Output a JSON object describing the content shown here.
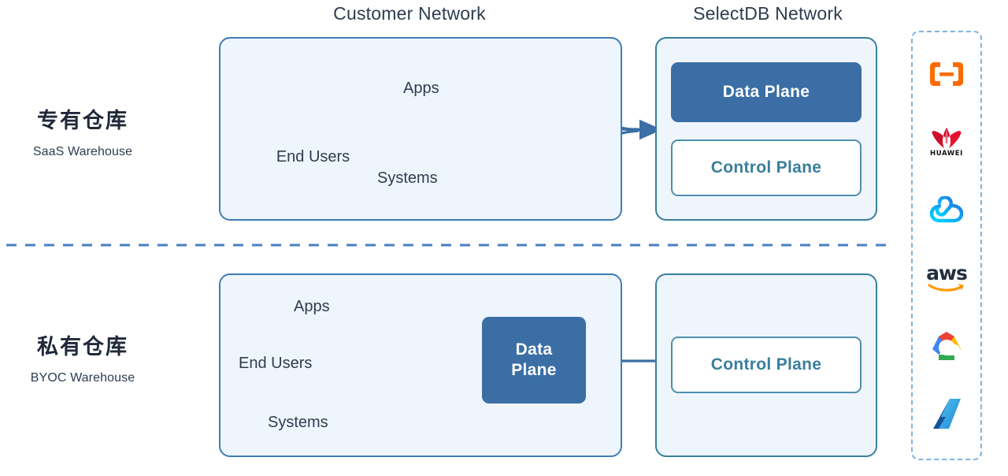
{
  "diagram": {
    "title_cn_top": "专有仓库",
    "title_en_top": "SaaS Warehouse",
    "title_cn_bottom": "私有仓库",
    "title_en_bottom": "BYOC Warehouse",
    "headers": {
      "customer_network": "Customer Network",
      "selectdb_network": "SelectDB Network"
    }
  },
  "rows": [
    {
      "id": "saas",
      "label_cn": "专有仓库",
      "label_en": "SaaS Warehouse",
      "customer_panel": {
        "nodes": [
          {
            "label": "Apps",
            "icon": "mobile-phone-icon"
          },
          {
            "label": "End Users",
            "icon": "users-group-icon"
          },
          {
            "label": "Systems",
            "icon": "server-rack-icon"
          }
        ]
      },
      "selectdb_panel": {
        "boxes": [
          {
            "label": "Data Plane",
            "style": "filled"
          },
          {
            "label": "Control Plane",
            "style": "outline"
          }
        ]
      },
      "flow": "Apps, End Users and Systems inside the Customer Network connect into the Data Plane hosted in the SelectDB Network"
    },
    {
      "id": "byoc",
      "label_cn": "私有仓库",
      "label_en": "BYOC Warehouse",
      "customer_panel": {
        "nodes": [
          {
            "label": "Apps",
            "icon": "mobile-phone-icon"
          },
          {
            "label": "End Users",
            "icon": "users-group-icon"
          },
          {
            "label": "Systems",
            "icon": "server-rack-icon"
          }
        ],
        "boxes": [
          {
            "label": "Data\nPlane",
            "label_line1": "Data",
            "label_line2": "Plane",
            "style": "filled"
          }
        ]
      },
      "selectdb_panel": {
        "boxes": [
          {
            "label": "Control Plane",
            "style": "outline"
          }
        ]
      },
      "flow": "Apps, End Users and Systems connect to a Data Plane inside the Customer Network; the Control Plane in the SelectDB Network manages it"
    }
  ],
  "cloud_providers": [
    {
      "name": "Alibaba Cloud",
      "icon": "alibaba-cloud-logo",
      "color": "#FF6A00"
    },
    {
      "name": "Huawei Cloud",
      "icon": "huawei-logo",
      "color": "#E60012",
      "wordmark": "HUAWEI"
    },
    {
      "name": "Tencent Cloud",
      "icon": "tencent-cloud-logo",
      "color": "#00A4FF"
    },
    {
      "name": "AWS",
      "icon": "aws-logo",
      "color": "#232F3E",
      "wordmark": "aws",
      "accent": "#FF9900"
    },
    {
      "name": "Google Cloud",
      "icon": "google-cloud-logo",
      "color": "#4285F4"
    },
    {
      "name": "Microsoft Azure",
      "icon": "azure-logo",
      "color": "#0078D4"
    }
  ],
  "colors": {
    "panel_fill": "#eff5fd",
    "panel_border_blue": "#3f7db5",
    "panel_border_teal": "#3a7f9c",
    "data_plane_fill": "#3a6ea5",
    "control_plane_text": "#3a7f9c",
    "connector": "#3a6ea5",
    "divider_dashed": "#4a7fbf",
    "heading_text": "#2e3c4f",
    "cloud_strip_border": "#7eb4e2"
  },
  "divider": {
    "style": "dashed",
    "orientation": "horizontal",
    "separates": "SaaS Warehouse row from BYOC Warehouse row"
  }
}
